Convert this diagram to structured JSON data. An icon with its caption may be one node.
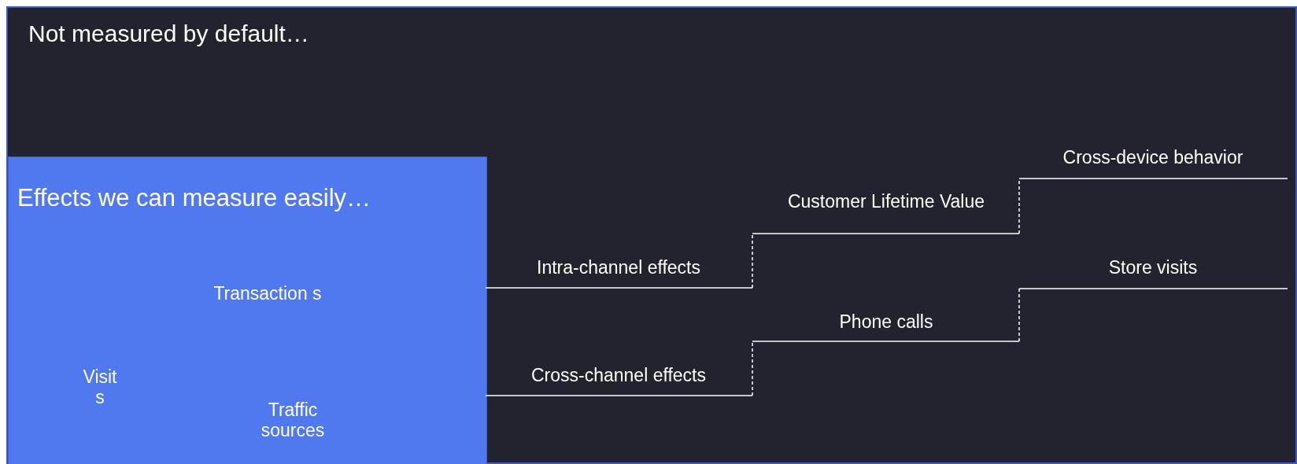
{
  "diagram": {
    "nodes": [
      {
        "text": [
          "Not measured by default…"
        ]
      },
      {
        "text": [
          "Effects we can measure easily…"
        ],
        "in": 0
      }
    ],
    "edges": [],
    "labels": [
      "Cross-device behavior",
      "Customer Lifetime Value",
      "Intra-channel effects",
      "Transaction s",
      "Store visits",
      "Phone calls",
      "Visit s",
      "Cross-channel effects",
      "Traffic sources"
    ]
  }
}
